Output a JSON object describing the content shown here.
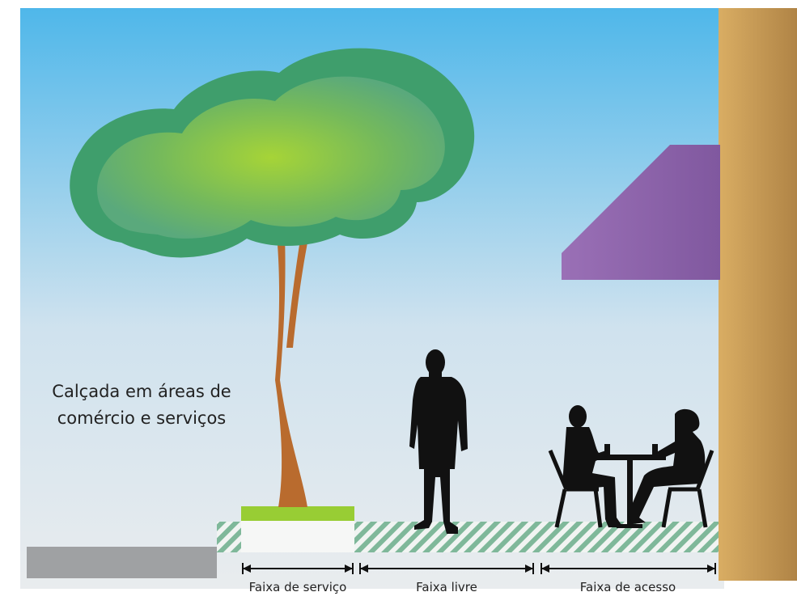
{
  "caption": {
    "line1": "Calçada em áreas de",
    "line2": "comércio e serviços"
  },
  "zones": [
    {
      "label": "Faixa de serviço"
    },
    {
      "label": "Faixa livre"
    },
    {
      "label": "Faixa de acesso"
    }
  ],
  "colors": {
    "sky_top": "#4fb7ea",
    "sky_bottom": "#e9ecee",
    "tree_canopy_outer": "#3f9e6c",
    "tree_canopy_center": "#a6d437",
    "tree_trunk": "#b96b2e",
    "planter_grass": "#98cd34",
    "awning": "#8e62ad",
    "building_wall": "#c99a52",
    "sidewalk_hatch": "#7fb89a",
    "curb": "#9fa1a3",
    "silhouette": "#111111"
  }
}
